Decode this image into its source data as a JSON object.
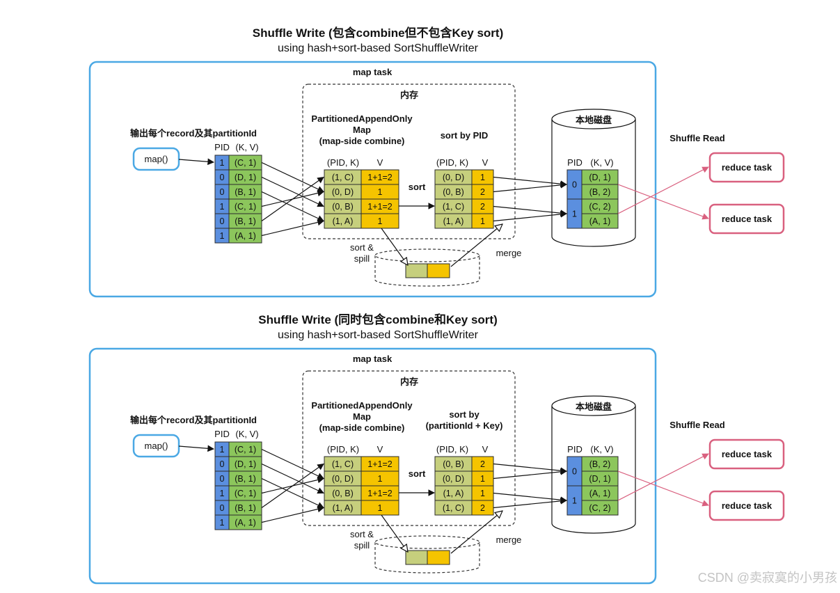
{
  "colors": {
    "panel_border": "#4aa8e4",
    "reduce_border": "#d9607f",
    "pid_blue": "#5b8fdf",
    "green_cell": "#8cc65c",
    "olive_cell": "#c6cf7d",
    "yellow_cell": "#f5c400",
    "arrow": "#111111",
    "red_arrow": "#d9607f"
  },
  "watermark": "CSDN @卖寂寞的小男孩",
  "panels": [
    {
      "title": "Shuffle Write (包含combine但不包含Key sort)",
      "subtitle": "using hash+sort-based SortShuffleWriter",
      "map_task_label": "map task",
      "memory_label": "内存",
      "output_label": "输出每个record及其partitionId",
      "map_label": "map()",
      "input_header_pid": "PID",
      "input_header_kv": "(K, V)",
      "input_rows": [
        {
          "pid": "1",
          "kv": "(C, 1)"
        },
        {
          "pid": "0",
          "kv": "(D, 1)"
        },
        {
          "pid": "0",
          "kv": "(B, 1)"
        },
        {
          "pid": "1",
          "kv": "(C, 1)"
        },
        {
          "pid": "0",
          "kv": "(B, 1)"
        },
        {
          "pid": "1",
          "kv": "(A, 1)"
        }
      ],
      "map_title": [
        "PartitionedAppendOnly",
        "Map",
        "(map-side combine)"
      ],
      "map_header_key": "(PID, K)",
      "map_header_val": "V",
      "map_rows": [
        {
          "key": "(1, C)",
          "val": "1+1=2"
        },
        {
          "key": "(0, D)",
          "val": "1"
        },
        {
          "key": "(0, B)",
          "val": "1+1=2"
        },
        {
          "key": "(1, A)",
          "val": "1"
        }
      ],
      "sort_label": "sort",
      "sorted_title": [
        "sort by PID"
      ],
      "sorted_header_key": "(PID, K)",
      "sorted_header_val": "V",
      "sorted_rows": [
        {
          "key": "(0, D)",
          "val": "1"
        },
        {
          "key": "(0, B)",
          "val": "2"
        },
        {
          "key": "(1, C)",
          "val": "2"
        },
        {
          "key": "(1, A)",
          "val": "1"
        }
      ],
      "spill_label": [
        "sort &",
        "spill"
      ],
      "merge_label": "merge",
      "disk_label": "本地磁盘",
      "disk_header_pid": "PID",
      "disk_header_kv": "(K, V)",
      "disk_partitions": [
        {
          "pid": "0",
          "rows": [
            "(D, 1)",
            "(B, 2)"
          ]
        },
        {
          "pid": "1",
          "rows": [
            "(C, 2)",
            "(A, 1)"
          ]
        }
      ],
      "shuffle_read_label": "Shuffle Read",
      "reduce_tasks": [
        "reduce task",
        "reduce task"
      ]
    },
    {
      "title": "Shuffle Write (同时包含combine和Key sort)",
      "subtitle": "using hash+sort-based SortShuffleWriter",
      "map_task_label": "map task",
      "memory_label": "内存",
      "output_label": "输出每个record及其partitionId",
      "map_label": "map()",
      "input_header_pid": "PID",
      "input_header_kv": "(K, V)",
      "input_rows": [
        {
          "pid": "1",
          "kv": "(C, 1)"
        },
        {
          "pid": "0",
          "kv": "(D, 1)"
        },
        {
          "pid": "0",
          "kv": "(B, 1)"
        },
        {
          "pid": "1",
          "kv": "(C, 1)"
        },
        {
          "pid": "0",
          "kv": "(B, 1)"
        },
        {
          "pid": "1",
          "kv": "(A, 1)"
        }
      ],
      "map_title": [
        "PartitionedAppendOnly",
        "Map",
        "(map-side combine)"
      ],
      "map_header_key": "(PID, K)",
      "map_header_val": "V",
      "map_rows": [
        {
          "key": "(1, C)",
          "val": "1+1=2"
        },
        {
          "key": "(0, D)",
          "val": "1"
        },
        {
          "key": "(0, B)",
          "val": "1+1=2"
        },
        {
          "key": "(1, A)",
          "val": "1"
        }
      ],
      "sort_label": "sort",
      "sorted_title": [
        "sort by",
        "(partitionId + Key)"
      ],
      "sorted_header_key": "(PID, K)",
      "sorted_header_val": "V",
      "sorted_rows": [
        {
          "key": "(0, B)",
          "val": "2"
        },
        {
          "key": "(0, D)",
          "val": "1"
        },
        {
          "key": "(1, A)",
          "val": "1"
        },
        {
          "key": "(1, C)",
          "val": "2"
        }
      ],
      "spill_label": [
        "sort &",
        "spill"
      ],
      "merge_label": "merge",
      "disk_label": "本地磁盘",
      "disk_header_pid": "PID",
      "disk_header_kv": "(K, V)",
      "disk_partitions": [
        {
          "pid": "0",
          "rows": [
            "(B, 2)",
            "(D, 1)"
          ]
        },
        {
          "pid": "1",
          "rows": [
            "(A, 1)",
            "(C, 2)"
          ]
        }
      ],
      "shuffle_read_label": "Shuffle Read",
      "reduce_tasks": [
        "reduce task",
        "reduce task"
      ]
    }
  ]
}
